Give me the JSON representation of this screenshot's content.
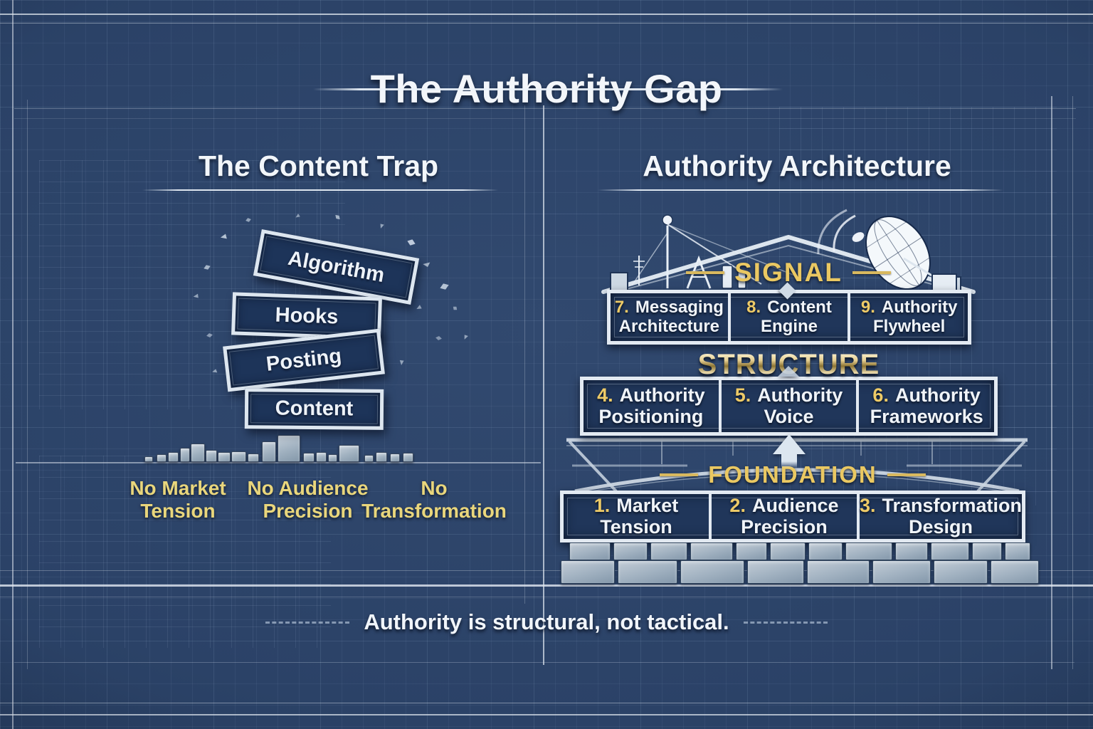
{
  "title": {
    "text": "The Authority Gap"
  },
  "left_panel": {
    "title": "The Content Trap",
    "stack": [
      {
        "label": "Algorithm"
      },
      {
        "label": "Hooks"
      },
      {
        "label": "Posting"
      },
      {
        "label": "Content"
      }
    ],
    "missing": [
      {
        "line1": "No Market",
        "line2": "Tension"
      },
      {
        "line1": "No Audience",
        "line2": "Precision"
      },
      {
        "line1": "No",
        "line2": "Transformation"
      }
    ]
  },
  "right_panel": {
    "title": "Authority Architecture",
    "signal": {
      "name": "SIGNAL",
      "items": [
        {
          "num": "7.",
          "line1": "Messaging",
          "line2": "Architecture"
        },
        {
          "num": "8.",
          "line1": "Content",
          "line2": "Engine"
        },
        {
          "num": "9.",
          "line1": "Authority",
          "line2": "Flywheel"
        }
      ]
    },
    "structure": {
      "name": "STRUCTURE",
      "items": [
        {
          "num": "4.",
          "line1": "Authority",
          "line2": "Positioning"
        },
        {
          "num": "5.",
          "line1": "Authority",
          "line2": "Voice"
        },
        {
          "num": "6.",
          "line1": "Authority",
          "line2": "Frameworks"
        }
      ]
    },
    "foundation": {
      "name": "FOUNDATION",
      "items": [
        {
          "num": "1.",
          "line1": "Market",
          "line2": "Tension"
        },
        {
          "num": "2.",
          "line1": "Audience",
          "line2": "Precision"
        },
        {
          "num": "3.",
          "line1": "Transformation",
          "line2": "Design"
        }
      ]
    }
  },
  "tagline": "Authority is structural, not tactical.",
  "colors": {
    "background": "#2b4267",
    "grid_line": "#aac3e1",
    "frame_line": "#e3eaf2",
    "gold": "#eac964",
    "muted_yellow": "#e9d67c",
    "box_fill": "#1d3459",
    "stone": "#aebdc9",
    "text_light": "#f2f6fa",
    "metallic": "#d9bc6a"
  },
  "icons": {
    "roof_left": "antenna-mast-icon",
    "roof_right": "satellite-dish-icon",
    "level_link": "up-arrow-icon"
  }
}
